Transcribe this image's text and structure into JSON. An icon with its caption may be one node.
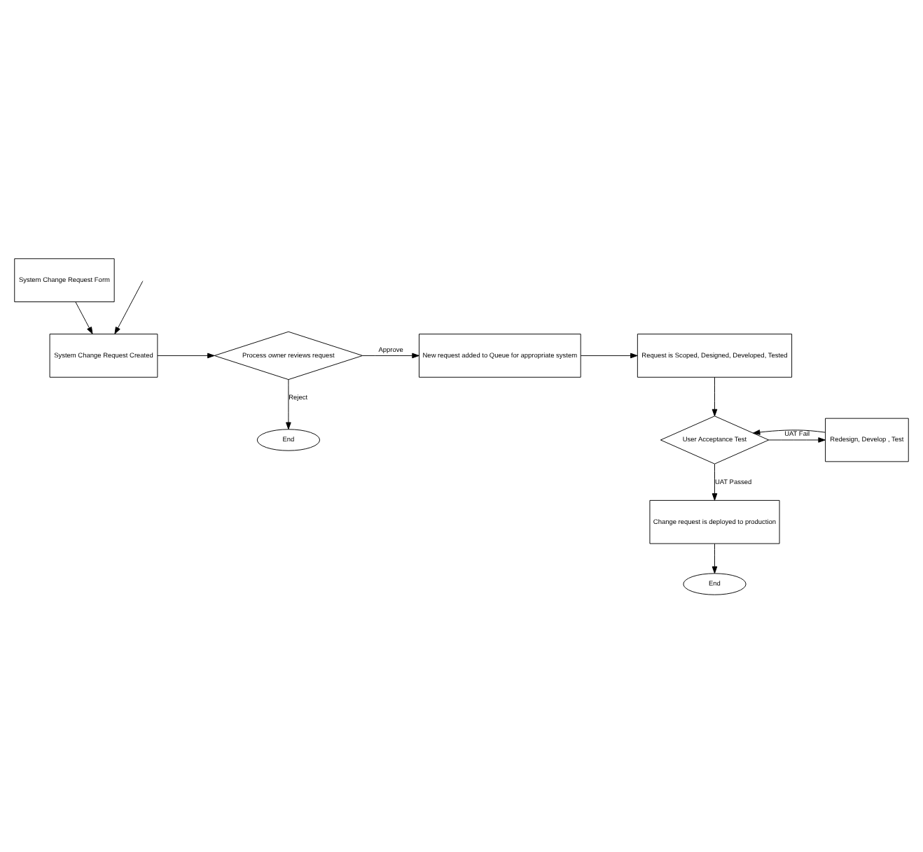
{
  "diagram": {
    "nodes": [
      {
        "text": [
          "System Change Request Form"
        ]
      },
      {
        "text": [
          "System Change Request Created"
        ]
      },
      {
        "text": [
          "Process owner reviews request"
        ]
      },
      {
        "text": [
          "New request added to Queue for appropriate system"
        ]
      },
      {
        "text": [
          "Request is Scoped, Designed, Developed, Tested"
        ]
      },
      {
        "text": [
          "End"
        ]
      },
      {
        "text": [
          "User Acceptance Test"
        ]
      },
      {
        "text": [
          "Redesign, Develop , Test"
        ]
      },
      {
        "text": [
          "Change request is deployed to production"
        ]
      },
      {
        "text": [
          "End"
        ]
      }
    ],
    "edges": [
      {
        "from": null,
        "to": 1,
        "arrow": "to"
      },
      {
        "from": 0,
        "to": 1,
        "arrow": "to"
      },
      {
        "from": 1,
        "to": 2,
        "arrow": "to"
      },
      {
        "from": 2,
        "to": 3,
        "arrow": "to",
        "label": "Approve"
      },
      {
        "from": 2,
        "to": 5,
        "arrow": "to",
        "label": "Reject"
      },
      {
        "from": 3,
        "to": 4,
        "arrow": "to"
      },
      {
        "from": 4,
        "to": 6,
        "arrow": "to"
      },
      {
        "from": 6,
        "to": 7,
        "arrow": "to",
        "label": "UAT Fail"
      },
      {
        "from": 7,
        "to": 6,
        "arrow": "to"
      },
      {
        "from": 6,
        "to": 8,
        "arrow": "to",
        "label": "UAT Passed"
      },
      {
        "from": 8,
        "to": 9,
        "arrow": "to"
      }
    ]
  }
}
